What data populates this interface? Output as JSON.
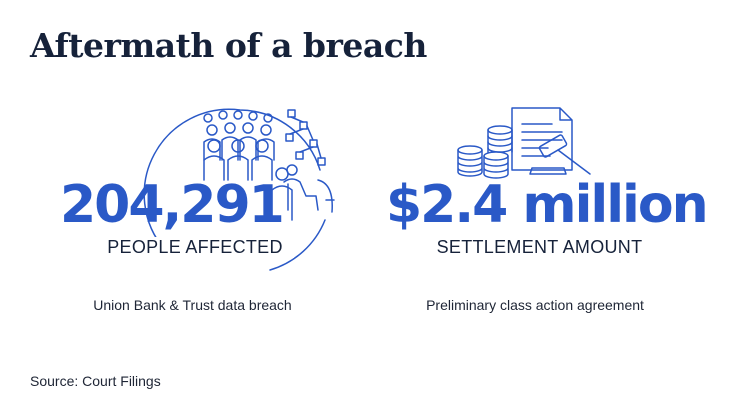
{
  "title": "Aftermath of a breach",
  "stats": [
    {
      "value": "204,291",
      "label": "PEOPLE AFFECTED",
      "caption": "Union Bank & Trust data breach"
    },
    {
      "value": "$2.4 million",
      "label": "SETTLEMENT AMOUNT",
      "caption": "Preliminary class action agreement"
    }
  ],
  "source": "Source: Court Filings",
  "colors": {
    "accent": "#2a59c7",
    "text": "#16223a"
  },
  "icons": [
    "people-network-icon",
    "money-gavel-icon"
  ]
}
